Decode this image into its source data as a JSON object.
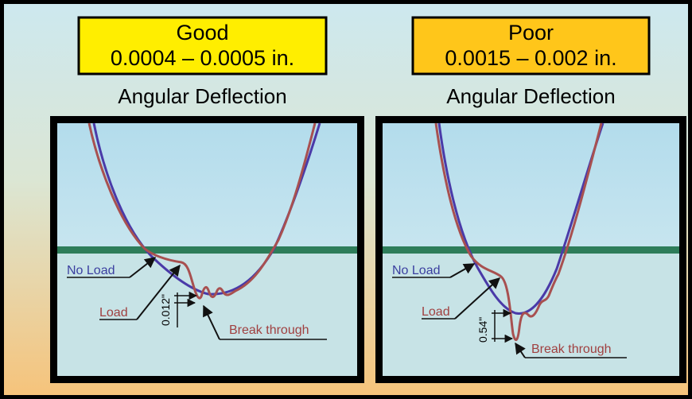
{
  "panels": [
    {
      "quality": "Good",
      "range": "0.0004 – 0.0005 in.",
      "subtitle": "Angular Deflection",
      "no_load_label": "No Load",
      "load_label": "Load",
      "depth_label": "0.012\"",
      "break_label": "Break through"
    },
    {
      "quality": "Poor",
      "range": "0.0015 – 0.002 in.",
      "subtitle": "Angular Deflection",
      "no_load_label": "No Load",
      "load_label": "Load",
      "depth_label": "0.54\"",
      "break_label": "Break through"
    }
  ],
  "colors": {
    "good_badge": "#ffee00",
    "poor_badge": "#ffc61a",
    "sky": "#bfe1ee",
    "water": "#c7e3e6",
    "surface_line": "#2e7d5a",
    "no_load_curve": "#4a3aa8",
    "load_curve": "#a85050"
  }
}
